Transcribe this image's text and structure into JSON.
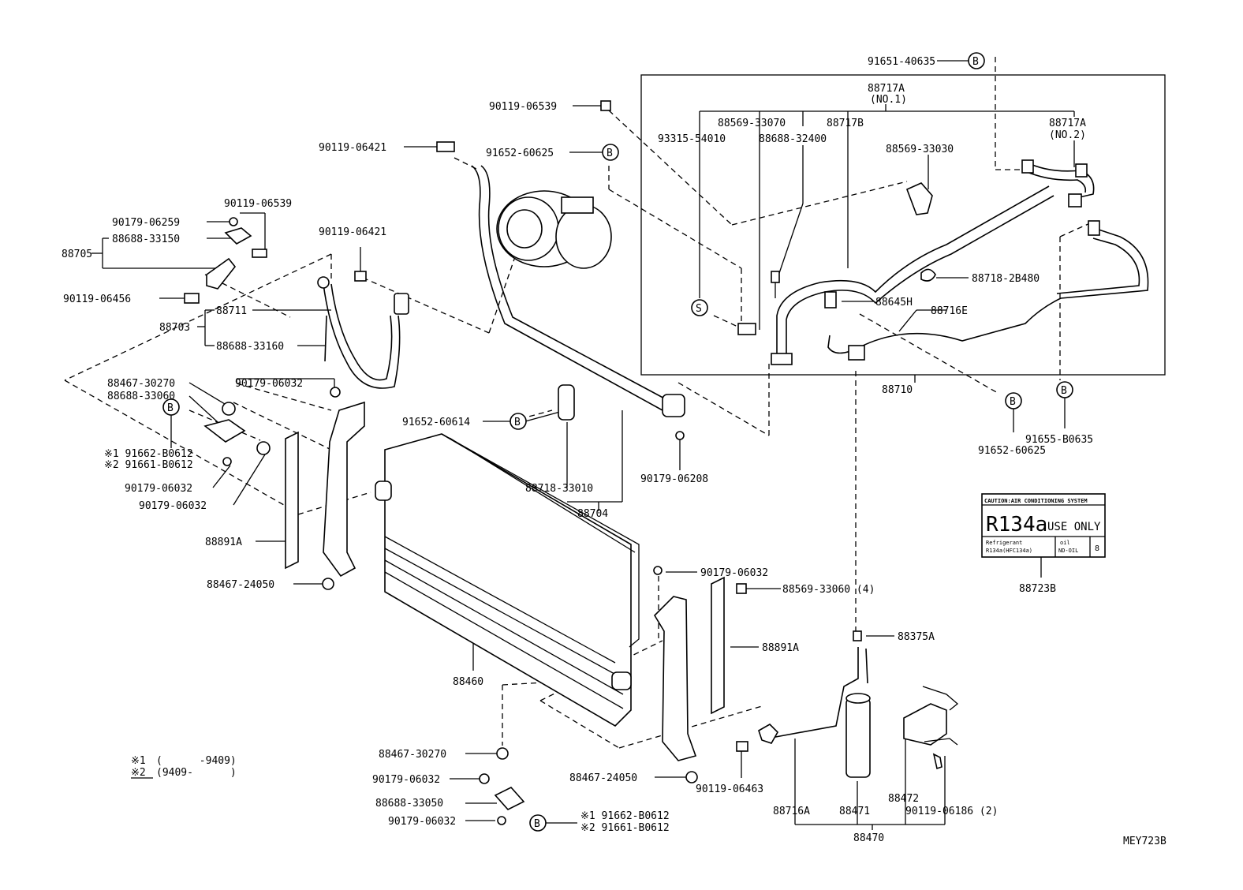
{
  "diagram_code": "MEY723B",
  "footnote": {
    "line1_mark": "※1",
    "line1_range": "(      -9409)",
    "line2_mark": "※2",
    "line2_range": "(9409-      )"
  },
  "box": {
    "title": "88717A",
    "title_sub": "(NO.1)",
    "bottom_label": "88710"
  },
  "labels": {
    "p91651_40635": "91651-40635",
    "p90119_06539a": "90119-06539",
    "p90119_06421a": "90119-06421",
    "p91652_60625a": "91652-60625",
    "p88569_33070": "88569-33070",
    "p88717B": "88717B",
    "p88717A2": "88717A",
    "p88717A2_sub": "(NO.2)",
    "p93315_54010": "93315-54010",
    "p88688_32400": "88688-32400",
    "p88569_33030": "88569-33030",
    "p88718_2B480": "88718-2B480",
    "p88645H": "88645H",
    "p88716E": "88716E",
    "p90119_06539b": "90119-06539",
    "p90179_06259": "90179-06259",
    "p88688_33150": "88688-33150",
    "p88705": "88705",
    "p90119_06456": "90119-06456",
    "p90119_06421b": "90119-06421",
    "p88711": "88711",
    "p88703": "88703",
    "p88688_33160": "88688-33160",
    "p88467_30270a": "88467-30270",
    "p88688_33060": "88688-33060",
    "p90179_06032a": "90179-06032",
    "p_s1a": "※1 91662-B0612",
    "p_s2a": "※2 91661-B0612",
    "p90179_06032b": "90179-06032",
    "p90179_06032c": "90179-06032",
    "p91652_60614": "91652-60614",
    "p88718_33010": "88718-33010",
    "p88704": "88704",
    "p90179_06208": "90179-06208",
    "p91655_B0635": "91655-B0635",
    "p91652_60625b": "91652-60625",
    "p88891Aa": "88891A",
    "p88467_24050a": "88467-24050",
    "p90179_06032d": "90179-06032",
    "p88569_33060": "88569-33060 (4)",
    "p88891Ab": "88891A",
    "p88375A": "88375A",
    "p88460": "88460",
    "p88723B": "88723B",
    "p88467_30270b": "88467-30270",
    "p90179_06032e": "90179-06032",
    "p88688_33050": "88688-33050",
    "p90179_06032f": "90179-06032",
    "p_s1b": "※1 91662-B0612",
    "p_s2b": "※2 91661-B0612",
    "p88467_24050b": "88467-24050",
    "p90119_06463": "90119-06463",
    "p88716A": "88716A",
    "p88471": "88471",
    "p88472": "88472",
    "p90119_06186": "90119-06186 (2)",
    "p88470": "88470"
  },
  "markers": {
    "B": "B",
    "S": "S"
  },
  "caution_label": {
    "header": "CAUTION:AIR CONDITIONING SYSTEM",
    "main": "R134a",
    "main_suffix": "USE ONLY",
    "row_left": "Refrigerant",
    "row_left2": "R134a(HFC134a)",
    "row_mid": "oil",
    "row_mid2": "ND-OIL",
    "row_right": "8"
  }
}
